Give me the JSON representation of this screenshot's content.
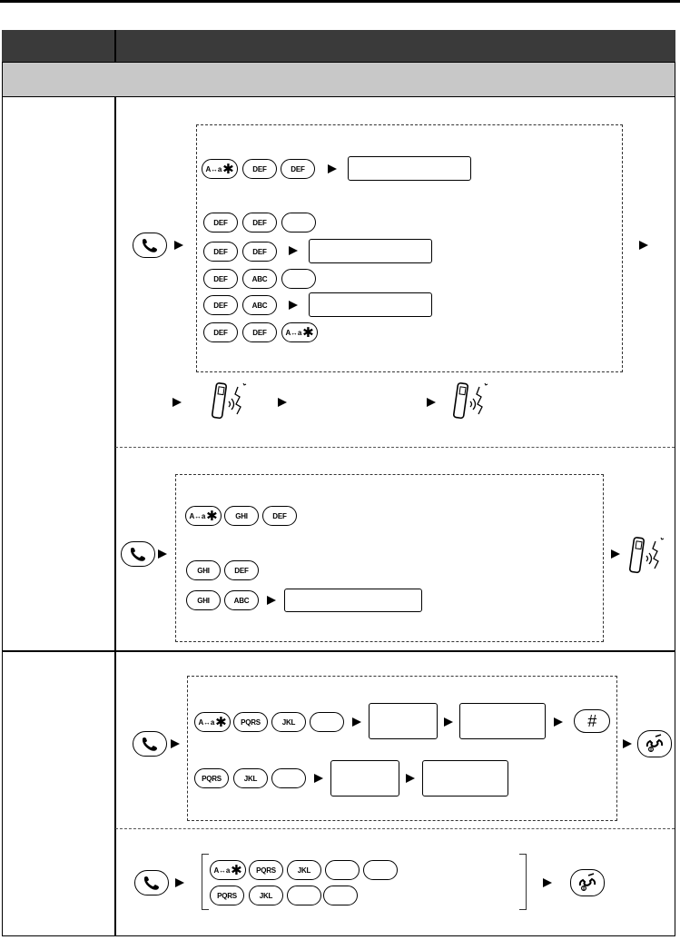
{
  "keys": {
    "star": "A↔a",
    "star_glyph": "✱",
    "def": "DEF",
    "abc": "ABC",
    "ghi": "GHI",
    "jkl": "JKL",
    "pqrs": "PQRS",
    "blank": ""
  },
  "icons": {
    "off_hook": "handset-talk-icon",
    "on_hook": "handset-hangup-icon",
    "ringing": "handset-ringing-icon",
    "pound": "#",
    "pound_icon": "pound-key-icon"
  }
}
